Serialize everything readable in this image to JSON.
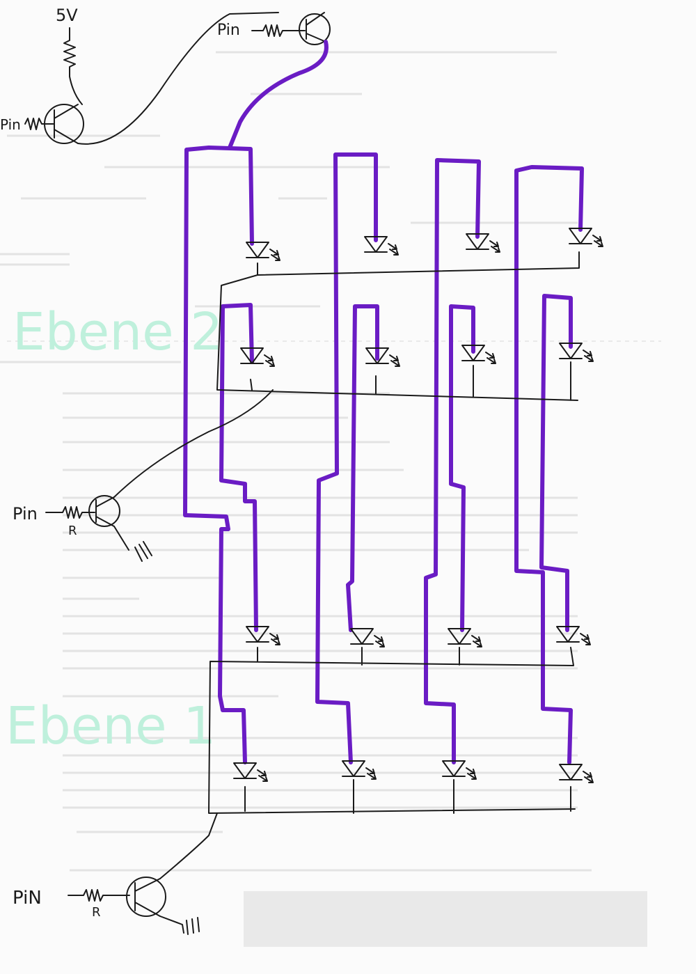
{
  "labels": {
    "supply": "5V",
    "pin_top_left": "Pin",
    "pin_top_right": "Pin",
    "pin_middle": "Pin",
    "pin_bottom": "PiN",
    "resistor_middle": "R",
    "resistor_bottom": "R",
    "layer_upper": "Ebene 2",
    "layer_lower": "Ebene 1"
  },
  "colors": {
    "column_wire": "#6a1cc4",
    "pencil": "#1a1a1a",
    "layer_label": "#bff0dc",
    "paper": "#fbfbfb"
  },
  "structure": {
    "columns_per_layer": 4,
    "led_rows_per_layer": 2,
    "layers": 2,
    "led_symbol": "diode-with-light-arrows",
    "transistor_symbol": "npn-transistor-icon",
    "ground_symbol": "ground-icon"
  }
}
